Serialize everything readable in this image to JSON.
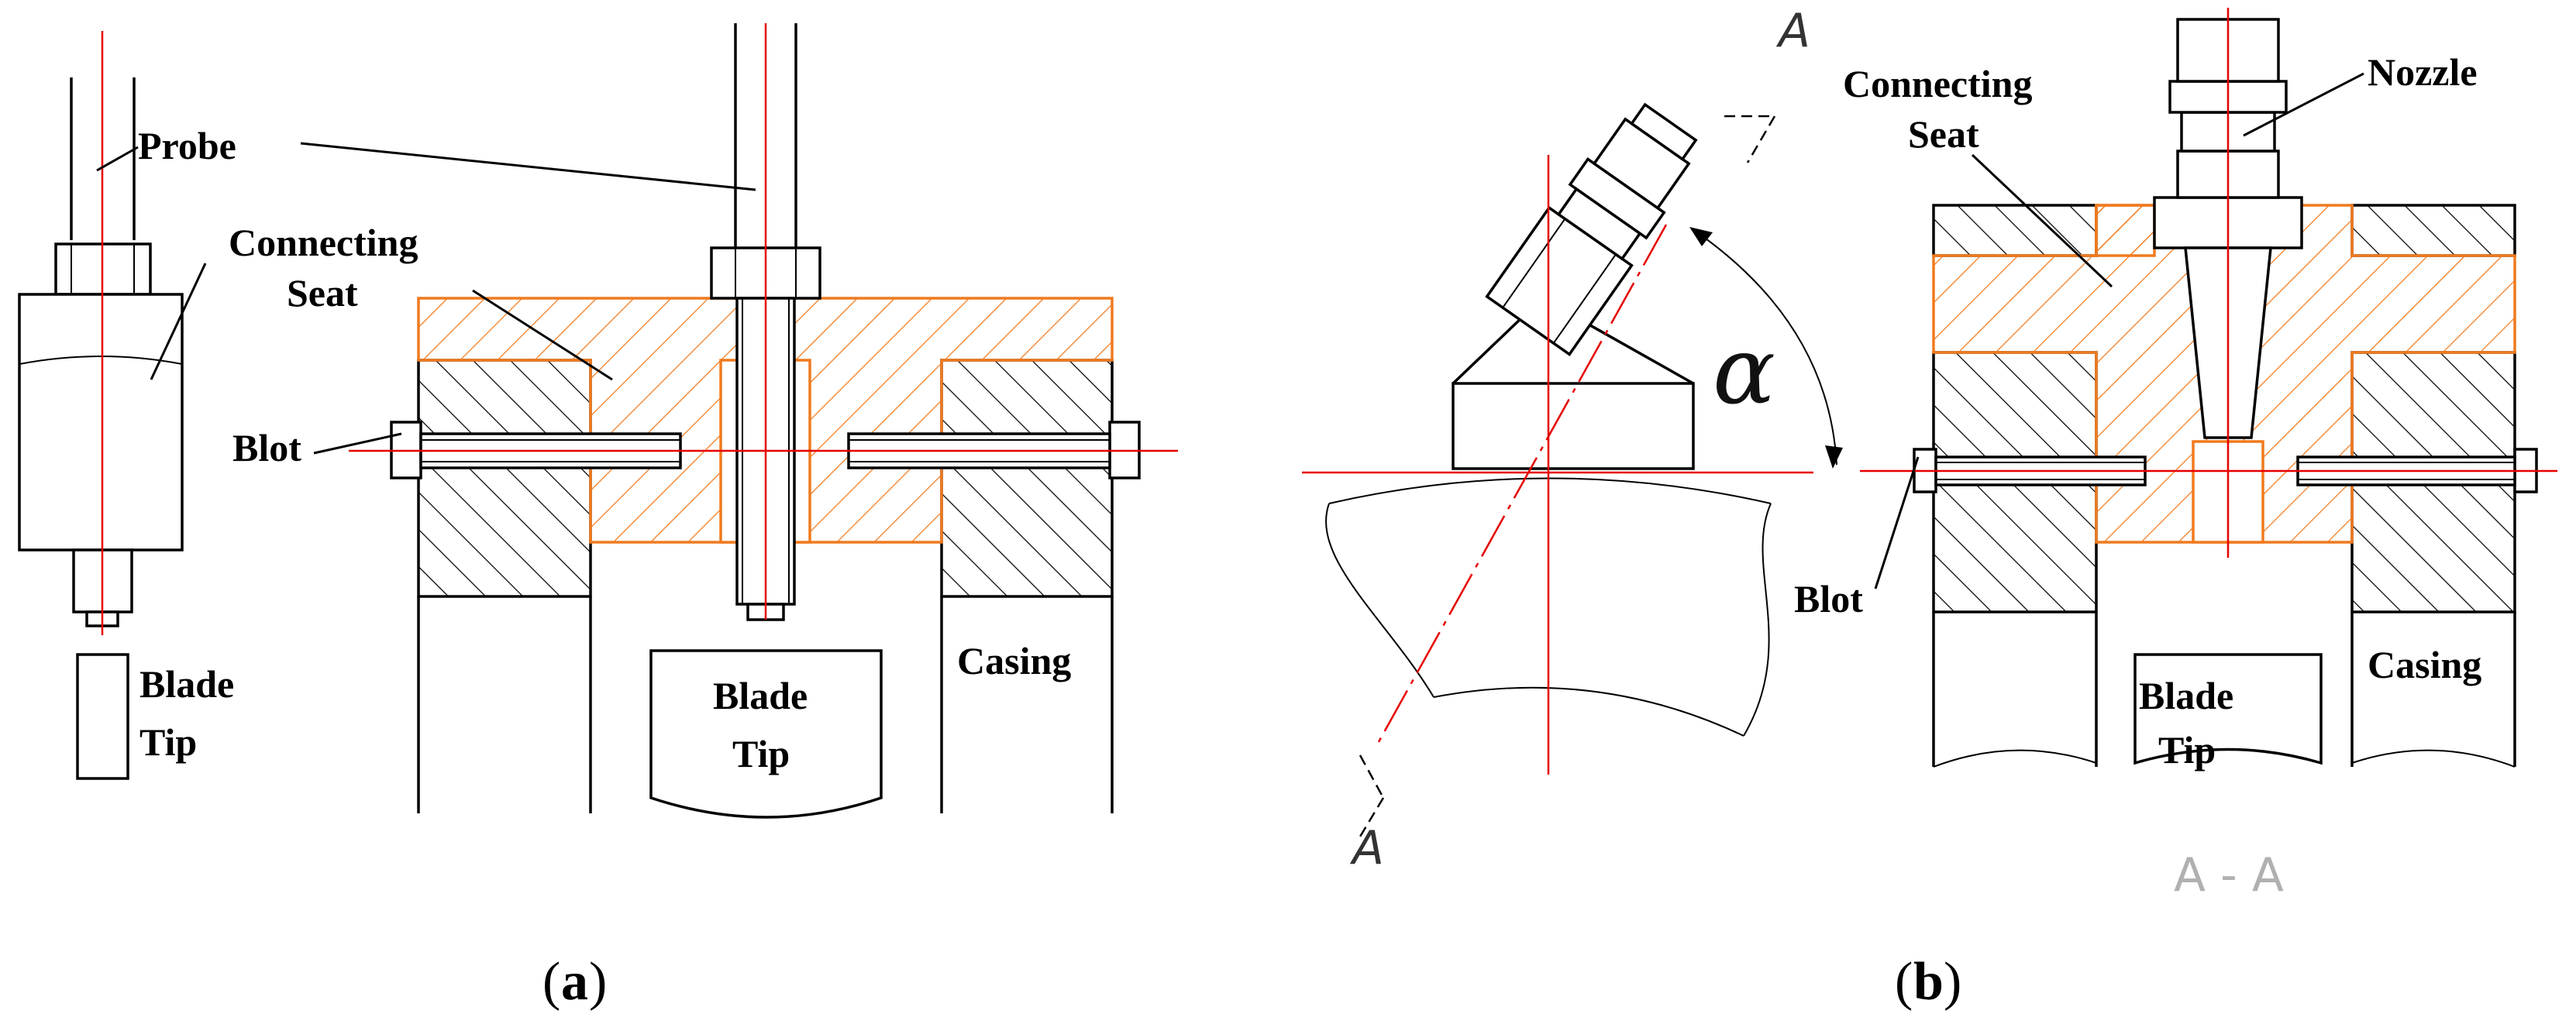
{
  "panel_a": {
    "labels": {
      "probe": "Probe",
      "connecting_line1": "Connecting",
      "connecting_line2": "Seat",
      "blot": "Blot",
      "blade_tip_small_1": "Blade",
      "blade_tip_small_2": "Tip",
      "blade_tip_1": "Blade",
      "blade_tip_2": "Tip",
      "casing": "Casing"
    },
    "caption_open": "(",
    "caption_letter": "a",
    "caption_close": ")"
  },
  "panel_b": {
    "labels": {
      "connecting_line1": "Connecting",
      "connecting_line2": "Seat",
      "nozzle": "Nozzle",
      "blot": "Blot",
      "blade_tip_1": "Blade",
      "blade_tip_2": "Tip",
      "casing": "Casing",
      "alpha": "α",
      "section_mark_top": "A",
      "section_mark_bottom": "A",
      "section_title": "A - A"
    },
    "caption_open": "(",
    "caption_letter": "b",
    "caption_close": ")"
  },
  "colors": {
    "seat": "#f07a1e",
    "centerline": "#e60000",
    "outline": "#000000"
  }
}
